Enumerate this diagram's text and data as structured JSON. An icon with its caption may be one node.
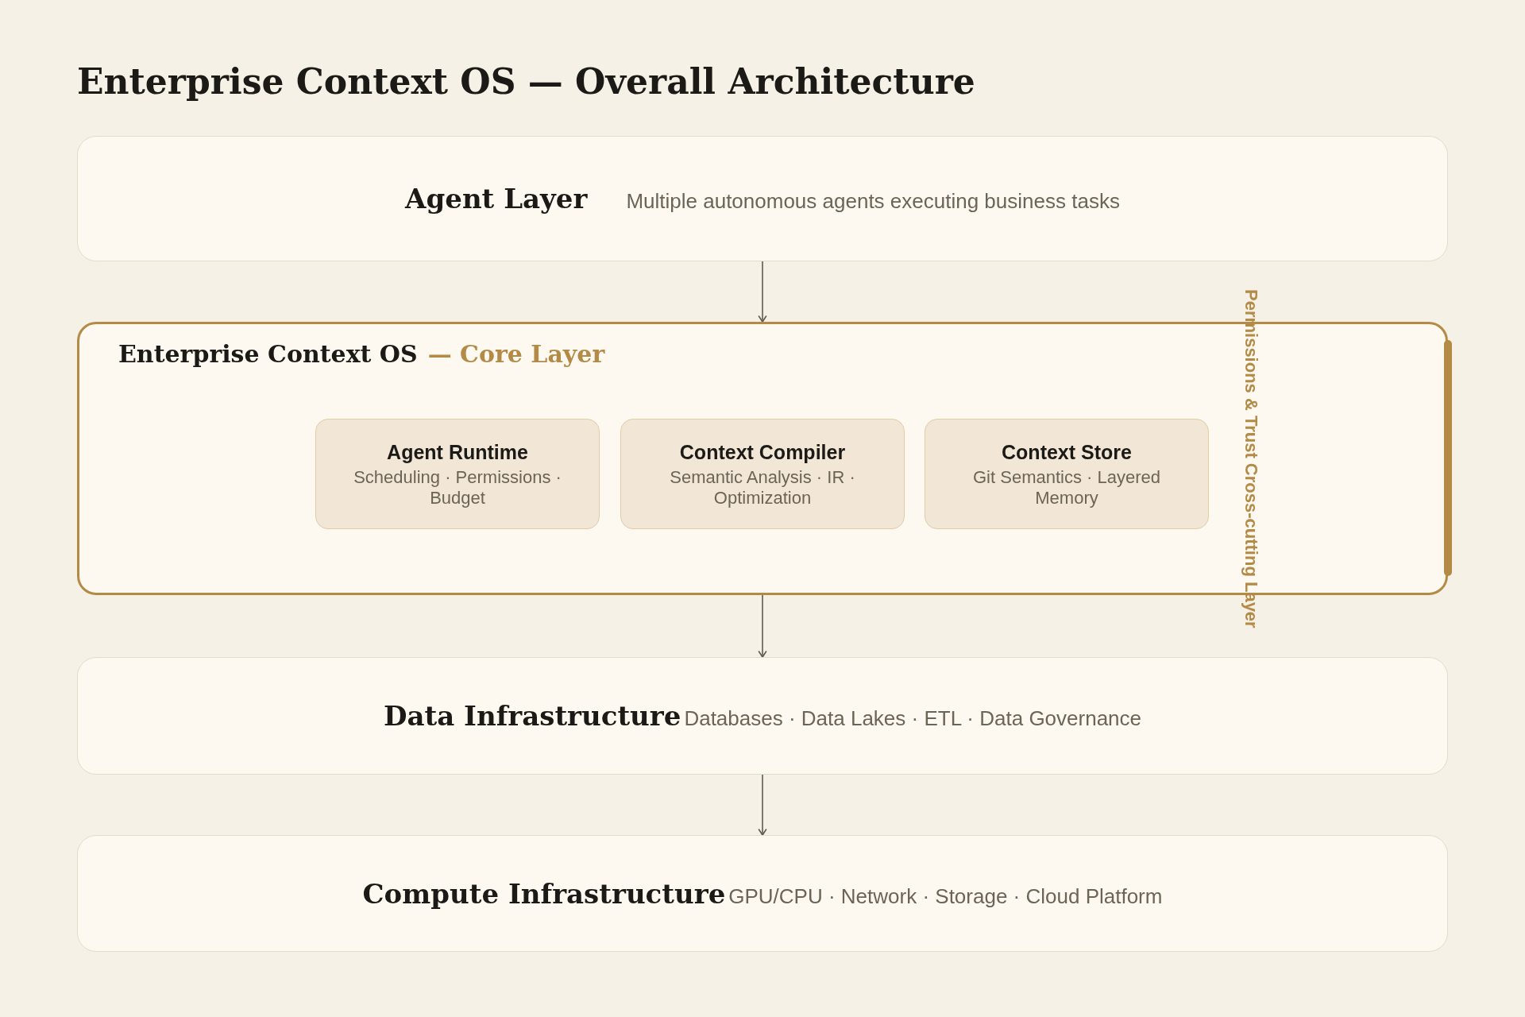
{
  "diagram": {
    "title": "Enterprise Context OS — Overall Architecture",
    "nodes": [
      {
        "text": [
          "Agent Layer",
          "Multiple autonomous agents executing business tasks"
        ]
      },
      {
        "text": [
          "Enterprise Context OS",
          "— Core Layer"
        ]
      },
      {
        "text": [
          "Agent Runtime",
          "Scheduling · Permissions · Budget"
        ],
        "in": 1
      },
      {
        "text": [
          "Context Compiler",
          "Semantic Analysis · IR · Optimization"
        ],
        "in": 1
      },
      {
        "text": [
          "Context Store",
          "Git Semantics · Layered Memory"
        ],
        "in": 1
      },
      {
        "text": [
          "Data Infrastructure",
          "Databases · Data Lakes · ETL · Data Governance"
        ]
      },
      {
        "text": [
          "Compute Infrastructure",
          "GPU/CPU · Network · Storage · Cloud Platform"
        ]
      }
    ],
    "edges": [
      {
        "from": 0,
        "to": 1,
        "arrow": "to"
      },
      {
        "from": 1,
        "to": 5,
        "arrow": "to"
      },
      {
        "from": 5,
        "to": 6,
        "arrow": "to"
      }
    ],
    "labels": [
      "Permissions & Trust Cross-cutting Layer"
    ]
  }
}
